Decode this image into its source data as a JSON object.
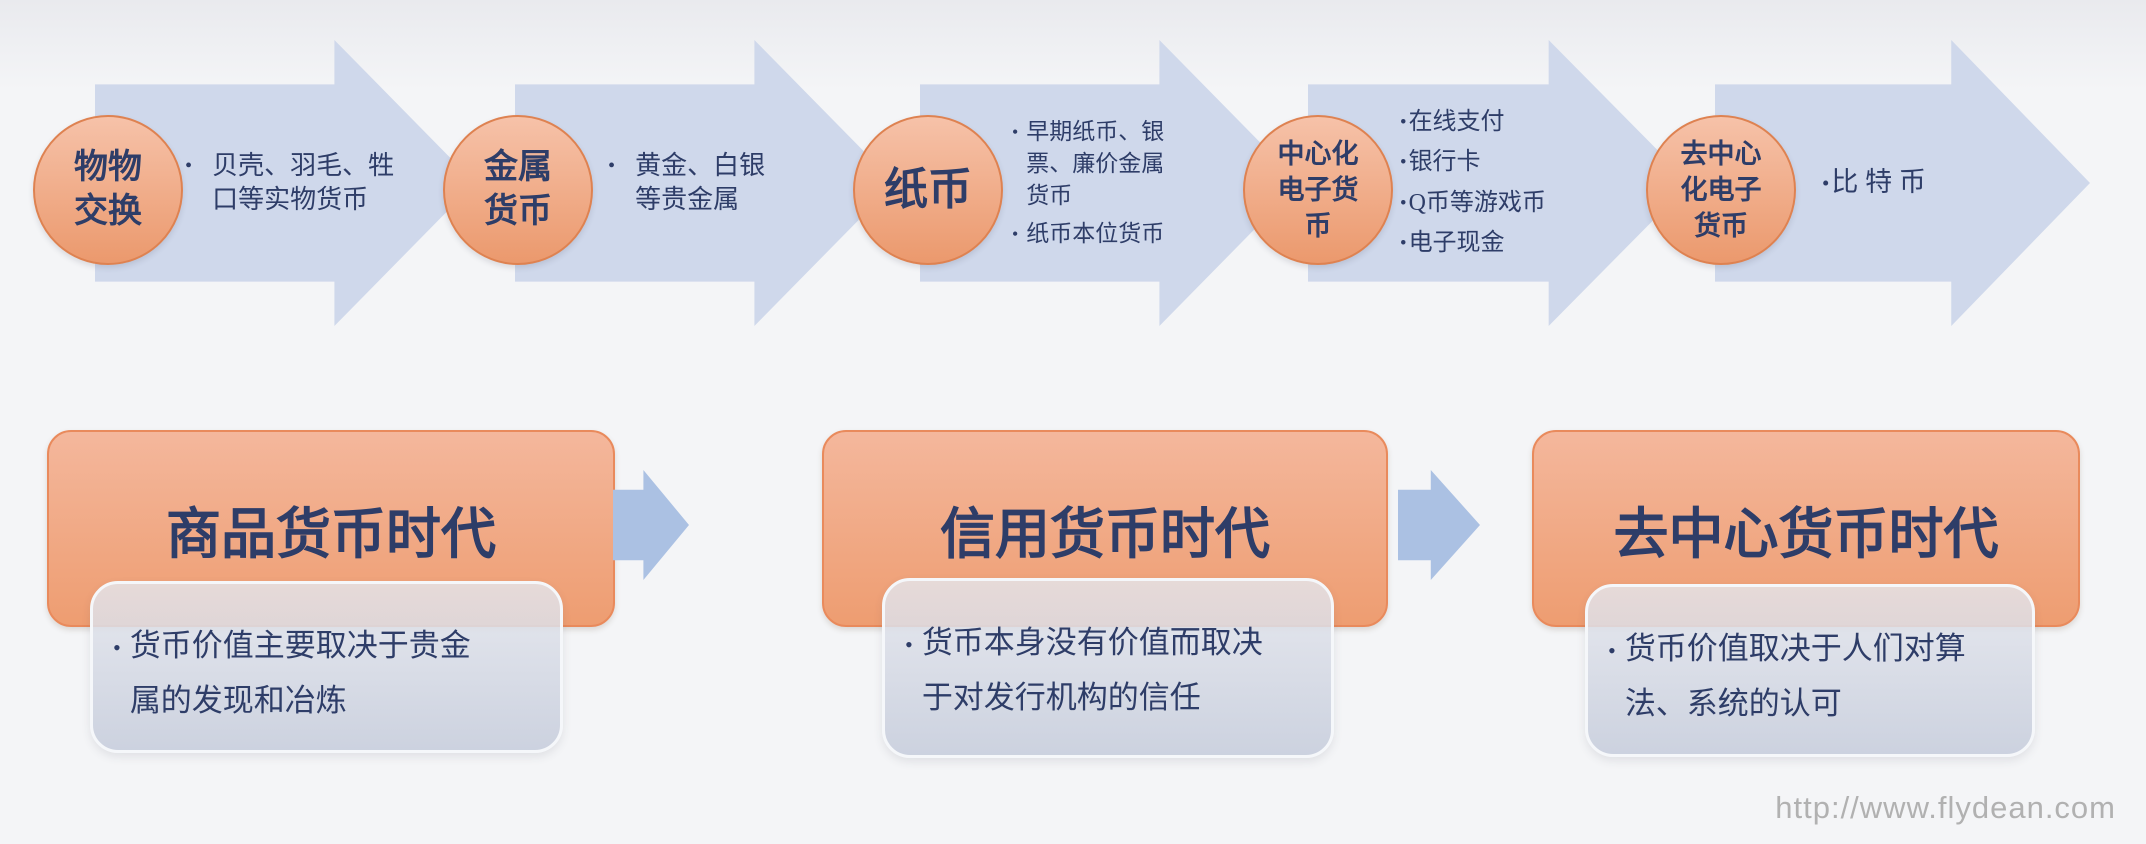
{
  "bullet_char": "•",
  "colors": {
    "background": "#f4f5f7",
    "big_arrow": "#cfd8eb",
    "small_arrow": "#abc1e3",
    "circle_top": "#f6c2a9",
    "circle_bottom": "#eb996d",
    "circle_border": "#de8251",
    "block_top": "#f4b79c",
    "block_bottom": "#ee9d71",
    "block_border": "#e98a5c",
    "gray_border": "#f5f7fa",
    "text_navy": "#2e3d68",
    "watermark_gray": "#b1b1b1"
  },
  "timeline": {
    "stages": [
      {
        "id": "barter",
        "circle_lines": [
          "物物",
          "交换"
        ],
        "bullets": [
          "贝壳、羽毛、牲口等实物货币"
        ]
      },
      {
        "id": "metal-money",
        "circle_lines": [
          "金属",
          "货币"
        ],
        "bullets": [
          "黄金、白银等贵金属"
        ]
      },
      {
        "id": "paper-money",
        "circle_lines": [
          "纸币"
        ],
        "bullets": [
          "早期纸币、银票、廉价金属货币",
          "纸币本位货币"
        ]
      },
      {
        "id": "centralized-emoney",
        "circle_lines": [
          "中心化",
          "电子货",
          "币"
        ],
        "bullets": [
          "在线支付",
          "银行卡",
          "Q币等游戏币",
          "电子现金"
        ]
      },
      {
        "id": "decentralized-emoney",
        "circle_lines": [
          "去中心",
          "化电子",
          "货币"
        ],
        "bullets": [
          "比 特 币"
        ]
      }
    ]
  },
  "eras": [
    {
      "id": "commodity",
      "title": "商品货币时代",
      "description": "货币价值主要取决于贵金属的发现和冶炼"
    },
    {
      "id": "credit",
      "title": "信用货币时代",
      "description": "货币本身没有价值而取决于对发行机构的信任"
    },
    {
      "id": "decentralized",
      "title": "去中心货币时代",
      "description": "货币价值取决于人们对算法、系统的认可"
    }
  ],
  "watermark": {
    "text": "http://www.flydean.com"
  }
}
